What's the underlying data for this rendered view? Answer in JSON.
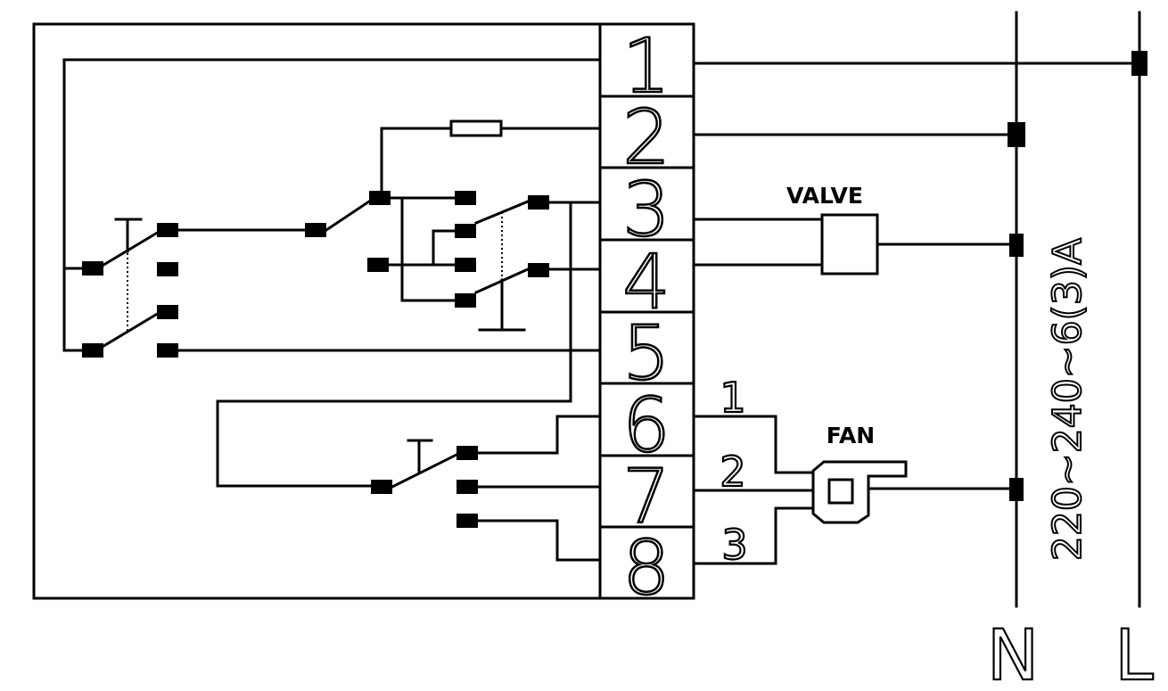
{
  "terminal_block": {
    "terminals": [
      {
        "number": "1"
      },
      {
        "number": "2"
      },
      {
        "number": "3"
      },
      {
        "number": "4"
      },
      {
        "number": "5"
      },
      {
        "number": "6"
      },
      {
        "number": "7"
      },
      {
        "number": "8"
      }
    ]
  },
  "fan_speeds": [
    "1",
    "2",
    "3"
  ],
  "labels": {
    "valve": "VALVE",
    "fan": "FAN",
    "rating": "220~240~6(3)A",
    "neutral": "N",
    "live": "L"
  }
}
